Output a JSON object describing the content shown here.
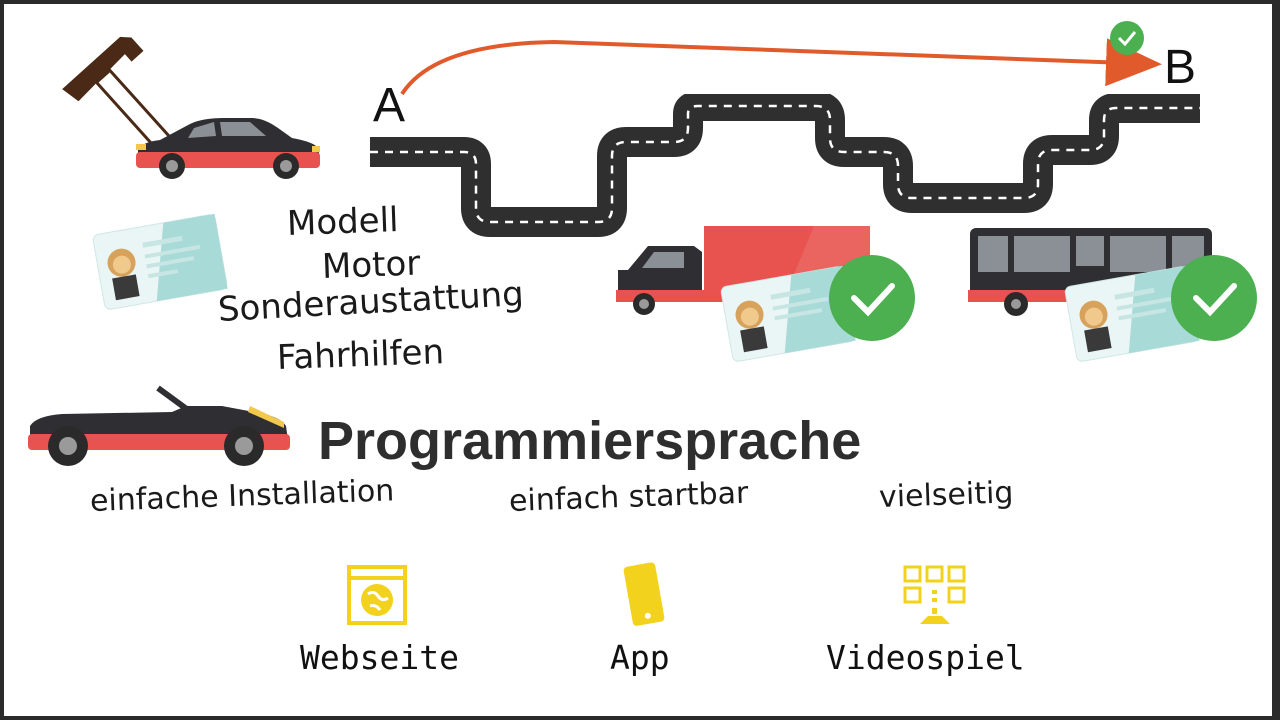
{
  "route": {
    "start_label": "A",
    "end_label": "B"
  },
  "car_features": [
    "Modell",
    "Motor",
    "Sonderaustattung",
    "Fahrhilfen"
  ],
  "title": "Programmiersprache",
  "properties": [
    "einfache Installation",
    "einfach startbar",
    "vielseitig"
  ],
  "platforms": [
    {
      "label": "Webseite",
      "icon": "globe-window-icon"
    },
    {
      "label": "App",
      "icon": "smartphone-icon"
    },
    {
      "label": "Videospiel",
      "icon": "game-grid-icon"
    }
  ],
  "colors": {
    "accent_red": "#e8524f",
    "arrow_orange": "#e05a2b",
    "check_green": "#4caf50",
    "icon_yellow": "#f2d21d",
    "road": "#2f2f2f",
    "title_text": "#2e2e2e"
  }
}
